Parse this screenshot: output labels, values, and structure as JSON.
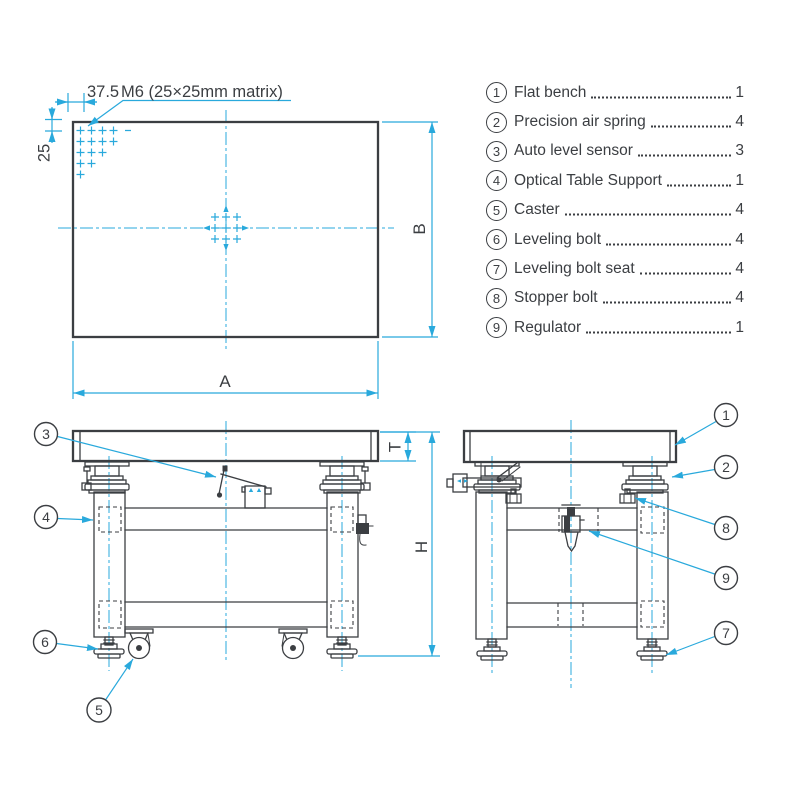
{
  "colors": {
    "line": "#3b3e42",
    "accent": "#29a9dc"
  },
  "top_view": {
    "dim_width": "A",
    "dim_height": "B",
    "dim_edge_offset": "37.5",
    "matrix_note": "M6 (25×25mm matrix)",
    "dim_hole_pitch": "25"
  },
  "elevations": {
    "dim_thickness": "T",
    "dim_total_height": "H"
  },
  "callouts": {
    "c1": "1",
    "c2": "2",
    "c3": "3",
    "c4": "4",
    "c5": "5",
    "c6": "6",
    "c7": "7",
    "c8": "8",
    "c9": "9"
  },
  "parts_list": {
    "items": [
      {
        "num": "1",
        "label": "Flat bench",
        "qty": "1"
      },
      {
        "num": "2",
        "label": "Precision air spring",
        "qty": "4"
      },
      {
        "num": "3",
        "label": "Auto level sensor",
        "qty": "3"
      },
      {
        "num": "4",
        "label": "Optical Table Support",
        "qty": "1"
      },
      {
        "num": "5",
        "label": "Caster",
        "qty": "4"
      },
      {
        "num": "6",
        "label": "Leveling bolt",
        "qty": "4"
      },
      {
        "num": "7",
        "label": "Leveling bolt seat",
        "qty": "4"
      },
      {
        "num": "8",
        "label": "Stopper bolt",
        "qty": "4"
      },
      {
        "num": "9",
        "label": "Regulator",
        "qty": "1"
      }
    ]
  }
}
